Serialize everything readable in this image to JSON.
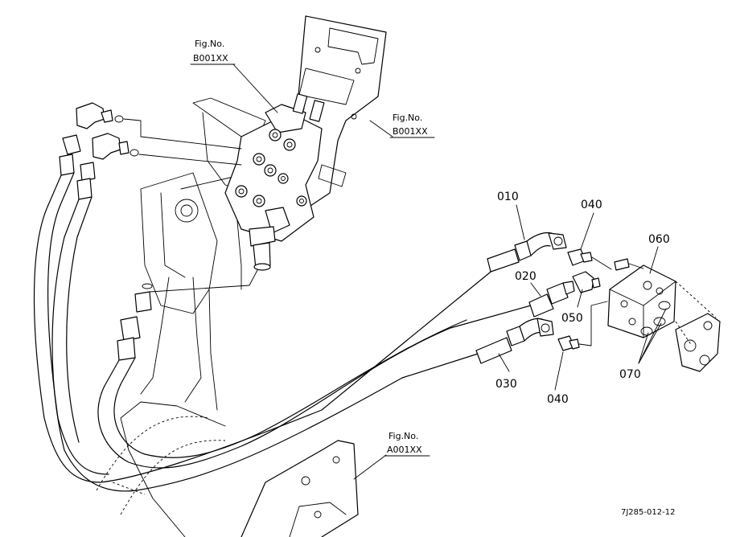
{
  "parts": [
    {
      "label": "010"
    },
    {
      "label": "020"
    },
    {
      "label": "030"
    },
    {
      "label": "040"
    },
    {
      "label": "040"
    },
    {
      "label": "050"
    },
    {
      "label": "060"
    },
    {
      "label": "070"
    }
  ],
  "fig_refs": [
    {
      "line1": "Fig.No.",
      "line2": "B001XX"
    },
    {
      "line1": "Fig.No.",
      "line2": "B001XX"
    },
    {
      "line1": "Fig.No.",
      "line2": "A001XX"
    }
  ],
  "drawing_code": "7J285-012-12"
}
